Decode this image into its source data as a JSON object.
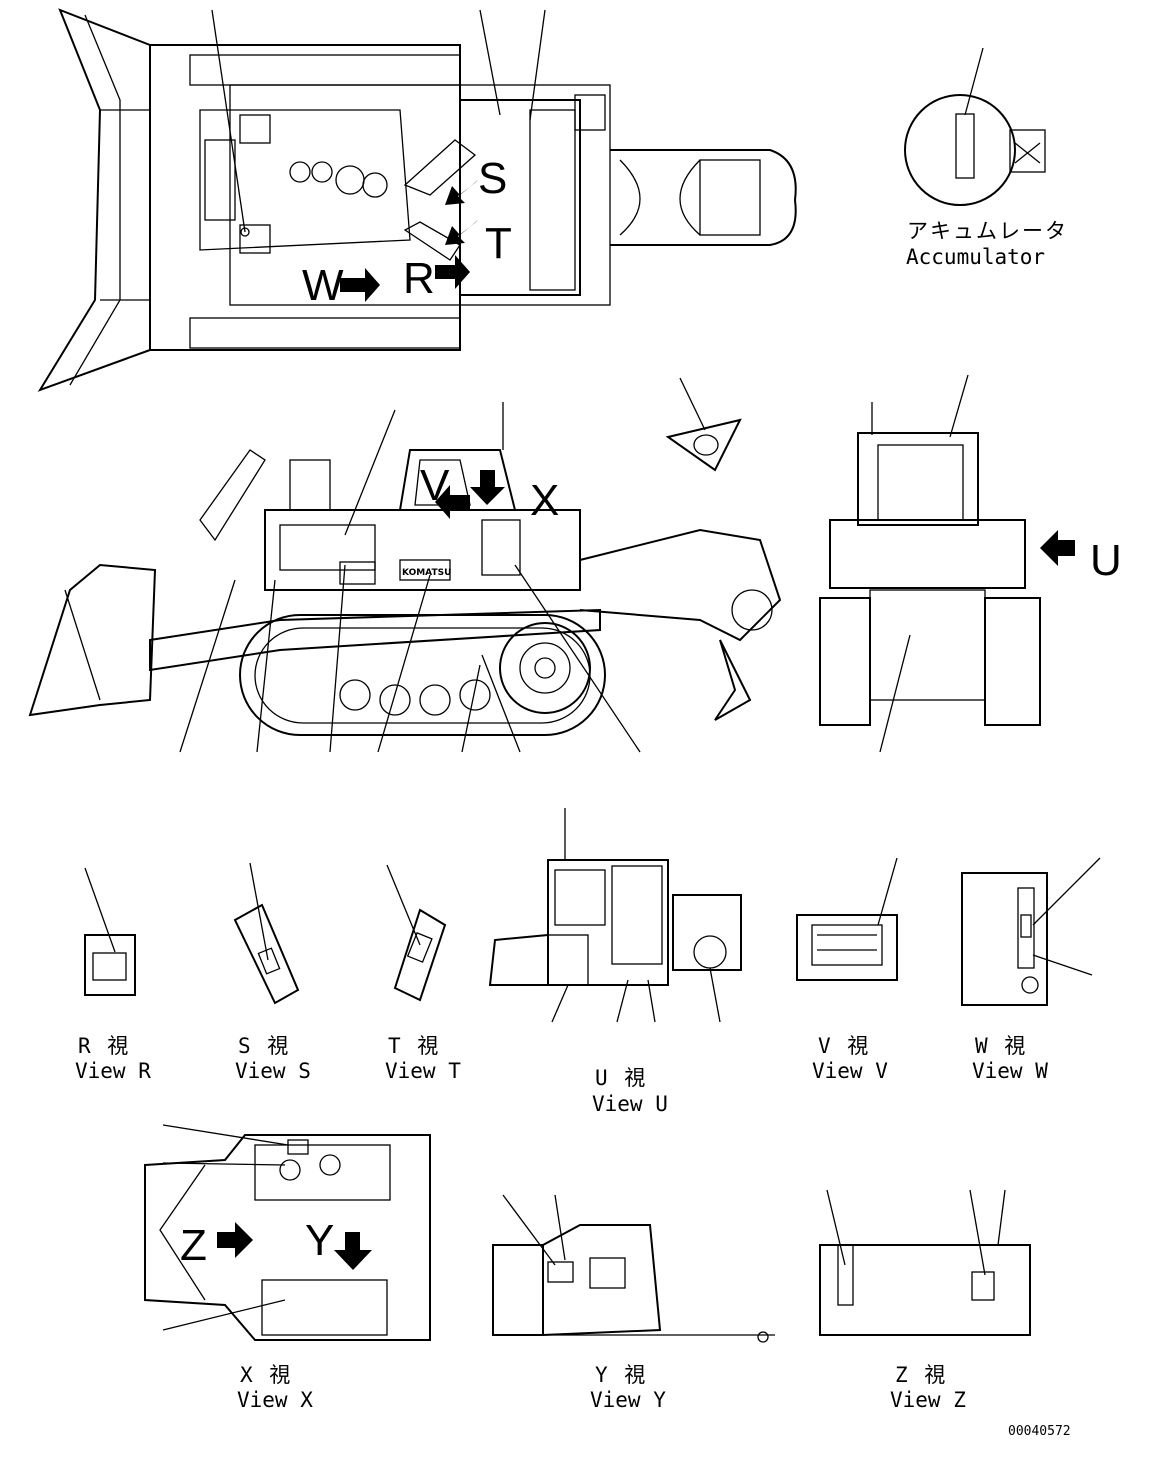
{
  "letters": {
    "S": "S",
    "T": "T",
    "W": "W",
    "R": "R",
    "V": "V",
    "X": "X",
    "U": "U",
    "Z": "Z",
    "Y": "Y"
  },
  "accumulator": {
    "jp": "アキュムレータ",
    "en": "Accumulator"
  },
  "views": [
    {
      "jp": "R 視",
      "en": "View R"
    },
    {
      "jp": "S 視",
      "en": "View S"
    },
    {
      "jp": "T 視",
      "en": "View T"
    },
    {
      "jp": "U 視",
      "en": "View U"
    },
    {
      "jp": "V 視",
      "en": "View V"
    },
    {
      "jp": "W 視",
      "en": "View W"
    },
    {
      "jp": "X 視",
      "en": "View X"
    },
    {
      "jp": "Y 視",
      "en": "View Y"
    },
    {
      "jp": "Z 視",
      "en": "View Z"
    }
  ],
  "drawing_code": "00040572",
  "logo_text": "KOMATSU"
}
